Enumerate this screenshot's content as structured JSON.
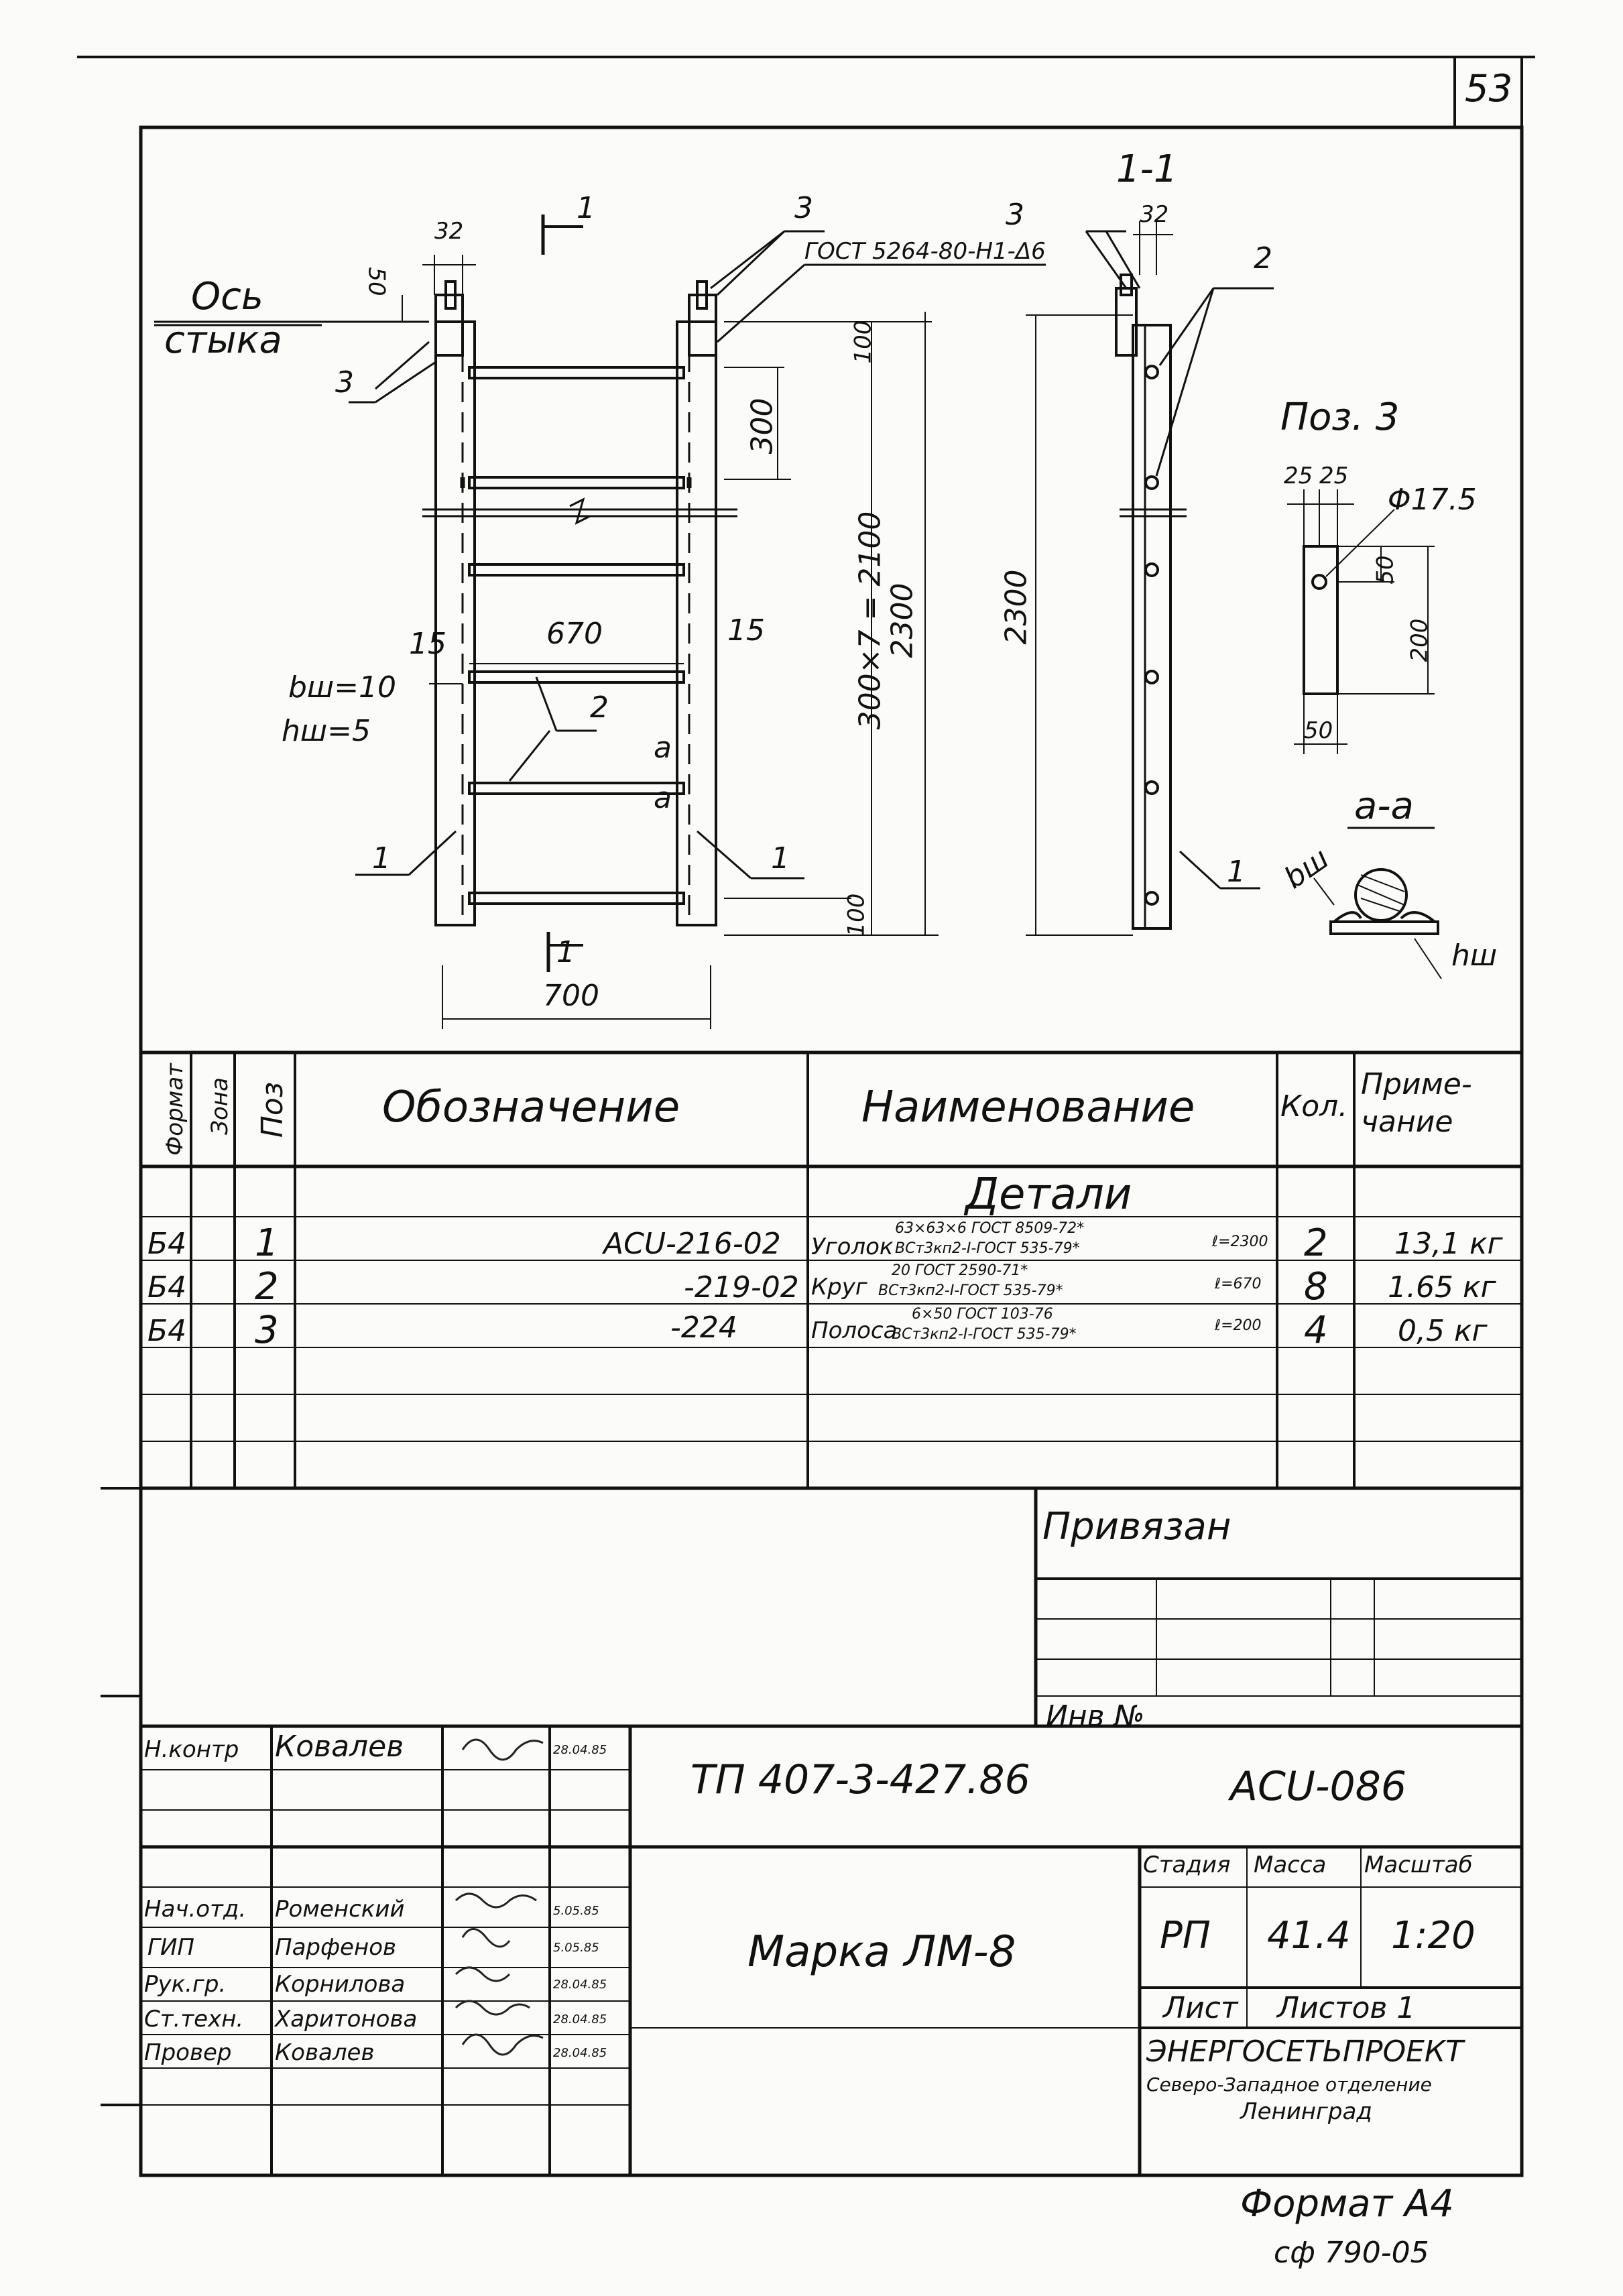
{
  "sheet_number": "53",
  "drawing": {
    "section_mark": "1",
    "section_title": "1-1",
    "axis_label_line1": "Ось",
    "axis_label_line2": "стыка",
    "gost_callout": "ГОСТ 5264-80-Н1-Δ6",
    "dimensions": {
      "d32_left": "32",
      "d50_left": "50",
      "d100_top": "100",
      "d300": "300",
      "d300x7": "300×7 = 2100",
      "d2300_front": "2300",
      "d2300_side": "2300",
      "d670": "670",
      "d15_left": "15",
      "d15_right": "15",
      "d100_bottom": "100",
      "d700": "700",
      "d32_side": "32",
      "weld_b": "bш=10",
      "weld_h": "hш=5"
    },
    "position_labels": {
      "p1_left": "1",
      "p1_right": "1",
      "p1_side": "1",
      "p2_front": "2",
      "p2_side": "2",
      "p3_left": "3",
      "p3_top": "3",
      "p3_side": "3",
      "a_upper": "a",
      "a_lower": "a"
    },
    "detail_poz3": {
      "title": "Поз. 3",
      "d25a": "25",
      "d25b": "25",
      "hole": "Φ17.5",
      "d50_top": "50",
      "d200": "200",
      "d50_bottom": "50"
    },
    "detail_aa": {
      "title": "а-а",
      "b_label": "bш",
      "h_label": "hш"
    }
  },
  "spec_table": {
    "headers": {
      "format": "Формат",
      "zone": "Зона",
      "pos": "Поз",
      "designation": "Обозначение",
      "name": "Наименование",
      "qty": "Кол.",
      "note": "Приме-чание"
    },
    "section": "Детали",
    "rows": [
      {
        "format": "Б4",
        "pos": "1",
        "designation": "АСU-216-02",
        "name_main": "Уголок",
        "name_top": "63×63×6 ГОСТ 8509-72*",
        "name_bottom": "ВСт3кп2-I-ГОСТ 535-79*",
        "length": "ℓ=2300",
        "qty": "2",
        "note": "13,1 кг"
      },
      {
        "format": "Б4",
        "pos": "2",
        "designation": "-219-02",
        "name_main": "Круг",
        "name_top": "20 ГОСТ 2590-71*",
        "name_bottom": "ВСт3кп2-I-ГОСТ 535-79*",
        "length": "ℓ=670",
        "qty": "8",
        "note": "1.65 кг"
      },
      {
        "format": "Б4",
        "pos": "3",
        "designation": "-224",
        "name_main": "Полоса",
        "name_top": "6×50 ГОСТ 103-76",
        "name_bottom": "ВСт3кп2-I-ГОСТ 535-79*",
        "length": "ℓ=200",
        "qty": "4",
        "note": "0,5 кг"
      }
    ]
  },
  "binding_block": {
    "title": "Привязан",
    "inv": "Инв №"
  },
  "title_block": {
    "signers": [
      {
        "role": "Н.контр",
        "name": "Ковалев",
        "date": "28.04.85"
      },
      {
        "role": "Нач.отд.",
        "name": "Роменский",
        "date": "5.05.85"
      },
      {
        "role": "ГИП",
        "name": "Парфенов",
        "date": "5.05.85"
      },
      {
        "role": "Рук.гр.",
        "name": "Корнилова",
        "date": "28.04.85"
      },
      {
        "role": "Ст.техн.",
        "name": "Харитонова",
        "date": "28.04.85"
      },
      {
        "role": "Провер",
        "name": "Ковалев",
        "date": "28.04.85"
      }
    ],
    "project_code": "ТП 407-3-427.86",
    "doc_code": "АСU-086",
    "item_name": "Марка ЛМ-8",
    "stage_label": "Стадия",
    "mass_label": "Масса",
    "scale_label": "Масштаб",
    "stage": "РП",
    "mass": "41.4",
    "scale": "1:20",
    "sheet_label": "Лист",
    "sheets_label": "Листов 1",
    "org_name": "ЭНЕРГОСЕТЬПРОЕКТ",
    "org_branch": "Северо-Западное отделение",
    "org_city": "Ленинград"
  },
  "format_label": "Формат А4",
  "archive_code": "сф 790-05"
}
